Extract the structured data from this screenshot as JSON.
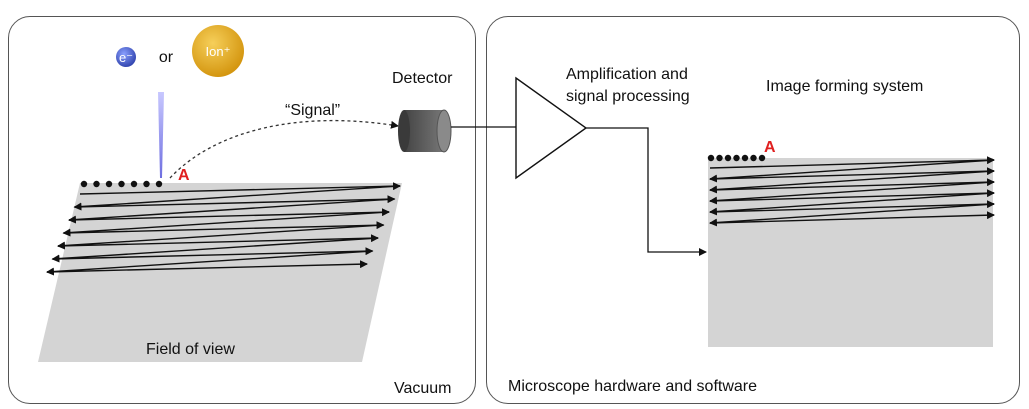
{
  "particles": {
    "electron": "e⁻",
    "connector": "or",
    "ion": "Ion⁺"
  },
  "labels": {
    "signal": "“Signal”",
    "detector": "Detector",
    "amplification_line1": "Amplification and",
    "amplification_line2": "signal processing",
    "image_forming": "Image forming system",
    "field_of_view": "Field of view",
    "vacuum": "Vacuum",
    "hardware": "Microscope hardware and software",
    "marker": "A"
  },
  "colors": {
    "panel_border": "#555555",
    "field_fill": "#d4d4d4",
    "electron": "#4a63c8",
    "ion": "#e0a61a",
    "beam": "#8f8fe6",
    "marker": "#e02020",
    "detector": "#555555"
  }
}
